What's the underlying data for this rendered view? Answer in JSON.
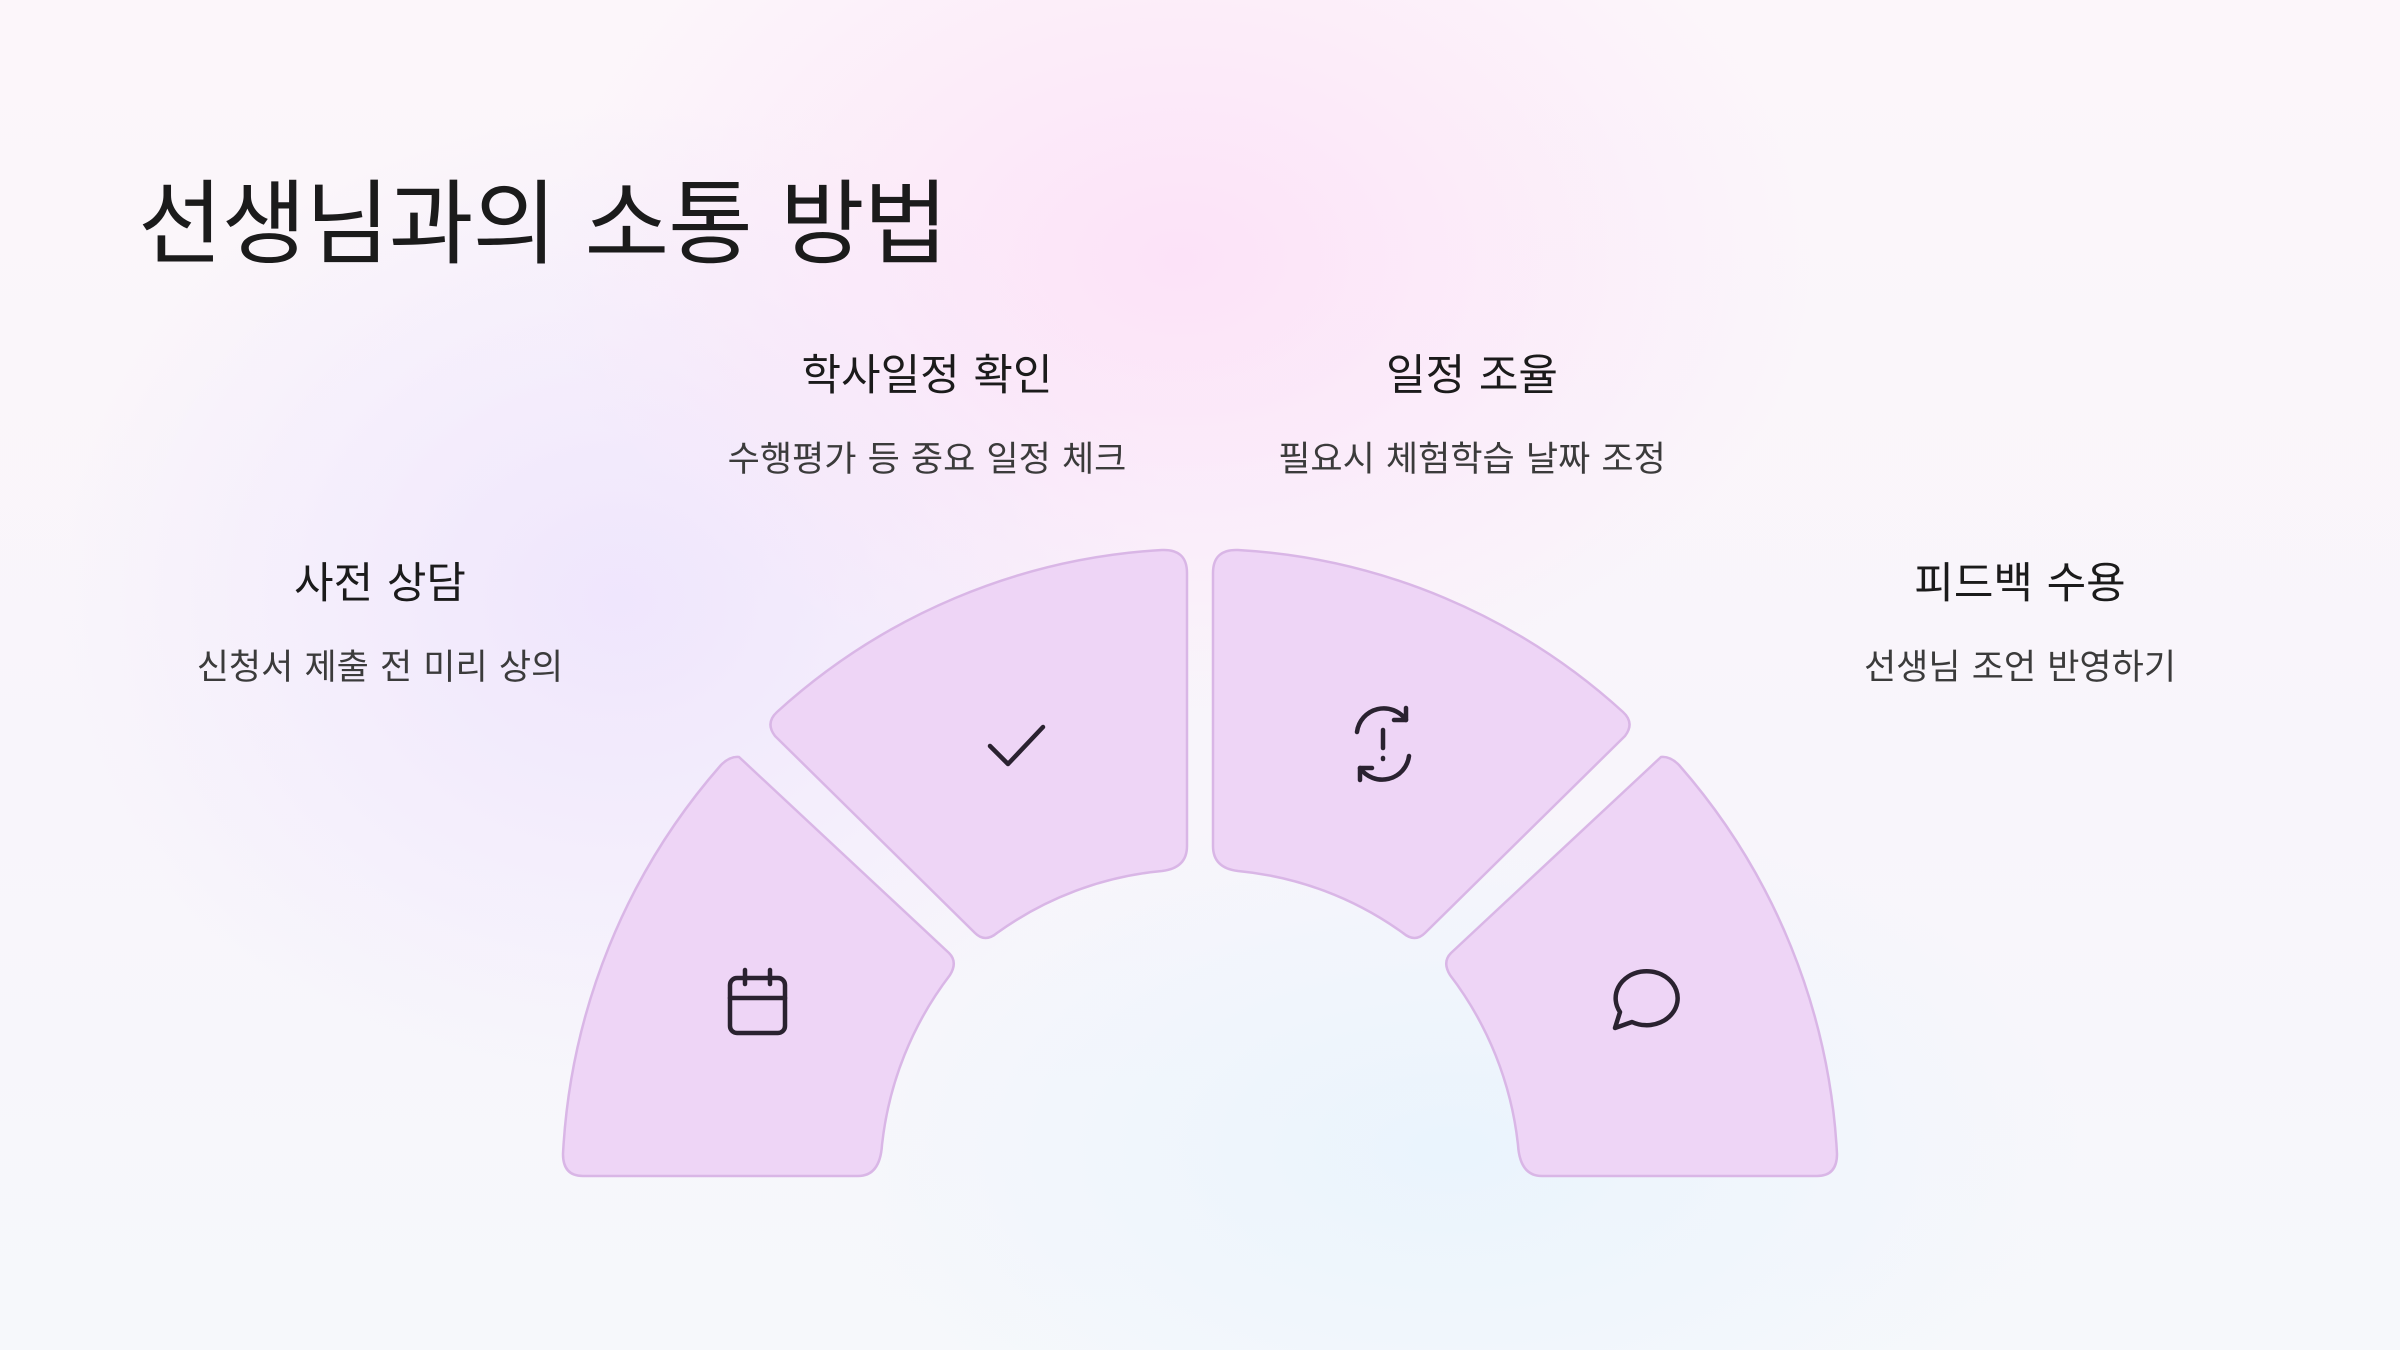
{
  "title": "선생님과의 소통 방법",
  "steps": [
    {
      "heading": "사전 상담",
      "description": "신청서 제출 전 미리 상의",
      "icon": "calendar-icon"
    },
    {
      "heading": "학사일정 확인",
      "description": "수행평가 등 중요 일정 체크",
      "icon": "check-icon"
    },
    {
      "heading": "일정 조율",
      "description": "필요시 체험학습 날짜 조정",
      "icon": "sync-alert-icon"
    },
    {
      "heading": "피드백 수용",
      "description": "선생님 조언 반영하기",
      "icon": "message-circle-icon"
    }
  ],
  "colors": {
    "segment_fill": "#eed5f6",
    "segment_stroke": "#d9b6e6",
    "icon_stroke": "#2a2230",
    "text": "#1b1b1b"
  }
}
